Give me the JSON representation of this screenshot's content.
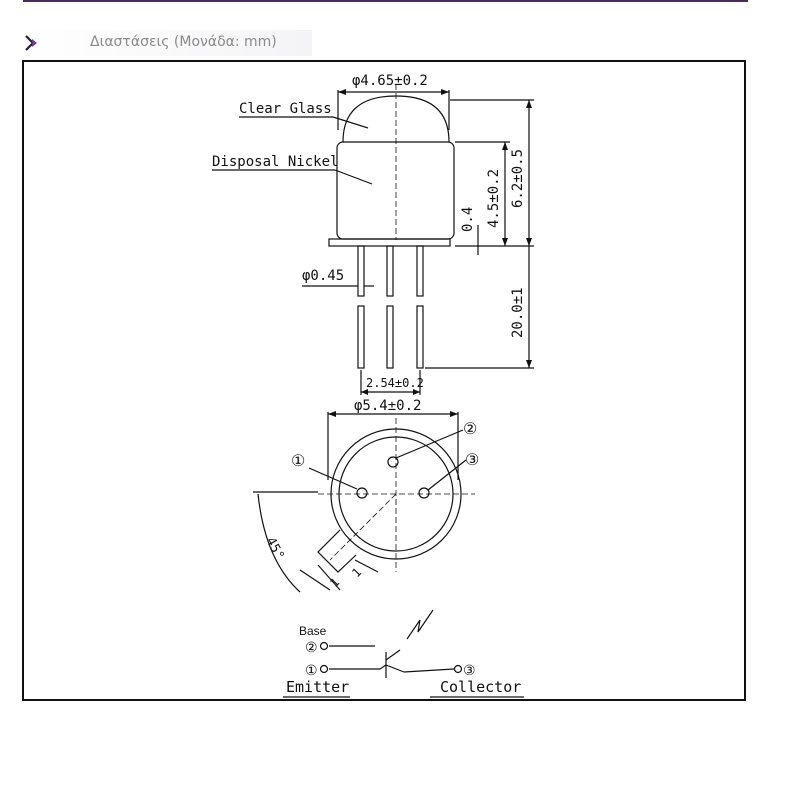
{
  "section": {
    "title": "Διαστάσεις (Μονάδα: mm)",
    "icon": "chevron-right-icon",
    "accent": "#4a2b5e"
  },
  "diagram": {
    "labels": {
      "clear_glass": "Clear Glass",
      "disposal_nickel": "Disposal Nickel",
      "dim_cap_diameter": "φ4.65±0.2",
      "dim_lead_diameter": "φ0.45",
      "dim_flange": "0.4",
      "dim_body_height": "4.5±0.2",
      "dim_total_height": "6.2±0.5",
      "dim_lead_length": "20.0±1",
      "dim_pitch": "2.54±0.2",
      "dim_base_diameter": "φ5.4±0.2",
      "pin1": "①",
      "pin2": "②",
      "pin3": "③",
      "angle": "45°",
      "tab_w1": "1",
      "tab_w2": "1",
      "base": "Base",
      "emitter": "Emitter",
      "collector": "Collector"
    }
  }
}
